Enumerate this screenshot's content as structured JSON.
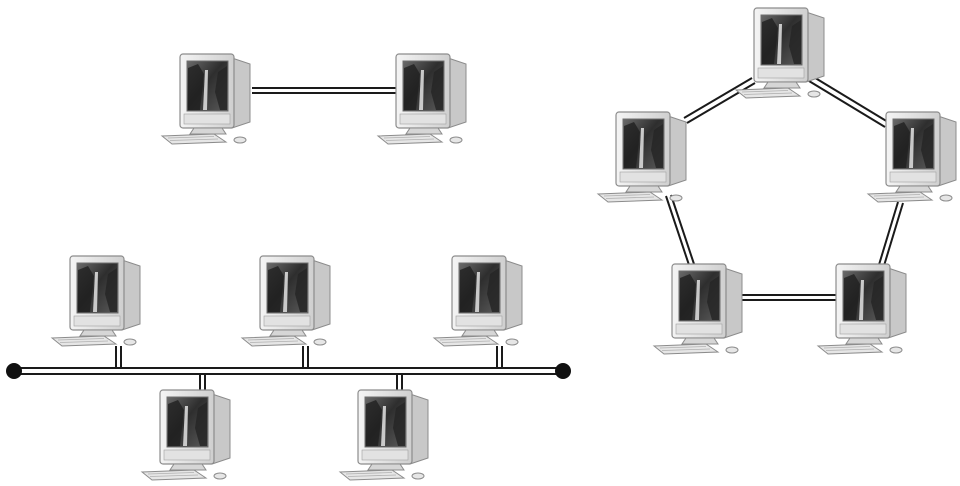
{
  "diagram": {
    "palette": {
      "monitor_body": "#ececec",
      "monitor_edge": "#8c8c8c",
      "screen": "#3a3a3a",
      "cable": "#1a1a1a",
      "terminator": "#111111",
      "background": "#ffffff"
    },
    "topologies": [
      {
        "name": "point-to-point",
        "computers": 2,
        "links": 1
      },
      {
        "name": "bus",
        "computers": 5,
        "terminators": 2,
        "drops": 5
      },
      {
        "name": "ring",
        "computers": 5,
        "links": 5
      }
    ],
    "icon": "desktop-computer-icon"
  }
}
